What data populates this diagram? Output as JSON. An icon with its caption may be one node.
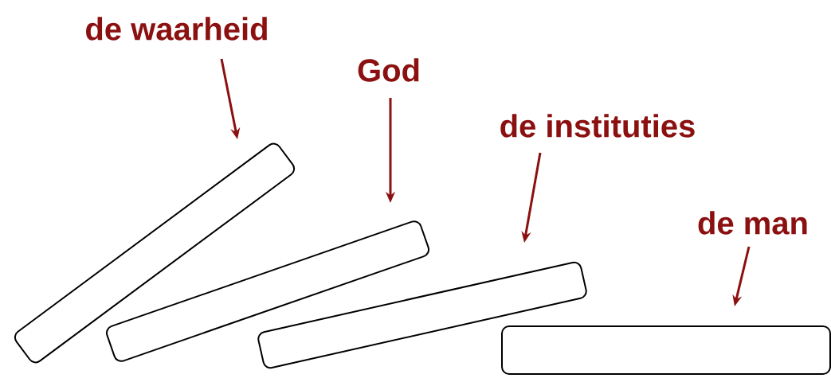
{
  "diagram": {
    "nodes": [
      {
        "text": [
          "de waarheid"
        ]
      },
      {
        "text": [
          "God"
        ]
      },
      {
        "text": [
          "de instituties"
        ]
      },
      {
        "text": [
          "de man"
        ]
      },
      {
        "text": [],
        "shape": "bar"
      },
      {
        "text": [],
        "shape": "bar"
      },
      {
        "text": [],
        "shape": "bar"
      },
      {
        "text": [],
        "shape": "bar"
      }
    ],
    "edges": [
      {
        "from": 0,
        "to": 4,
        "arrow": "to"
      },
      {
        "from": 1,
        "to": 5,
        "arrow": "to"
      },
      {
        "from": 2,
        "to": 6,
        "arrow": "to"
      },
      {
        "from": 3,
        "to": 7,
        "arrow": "to"
      }
    ]
  }
}
